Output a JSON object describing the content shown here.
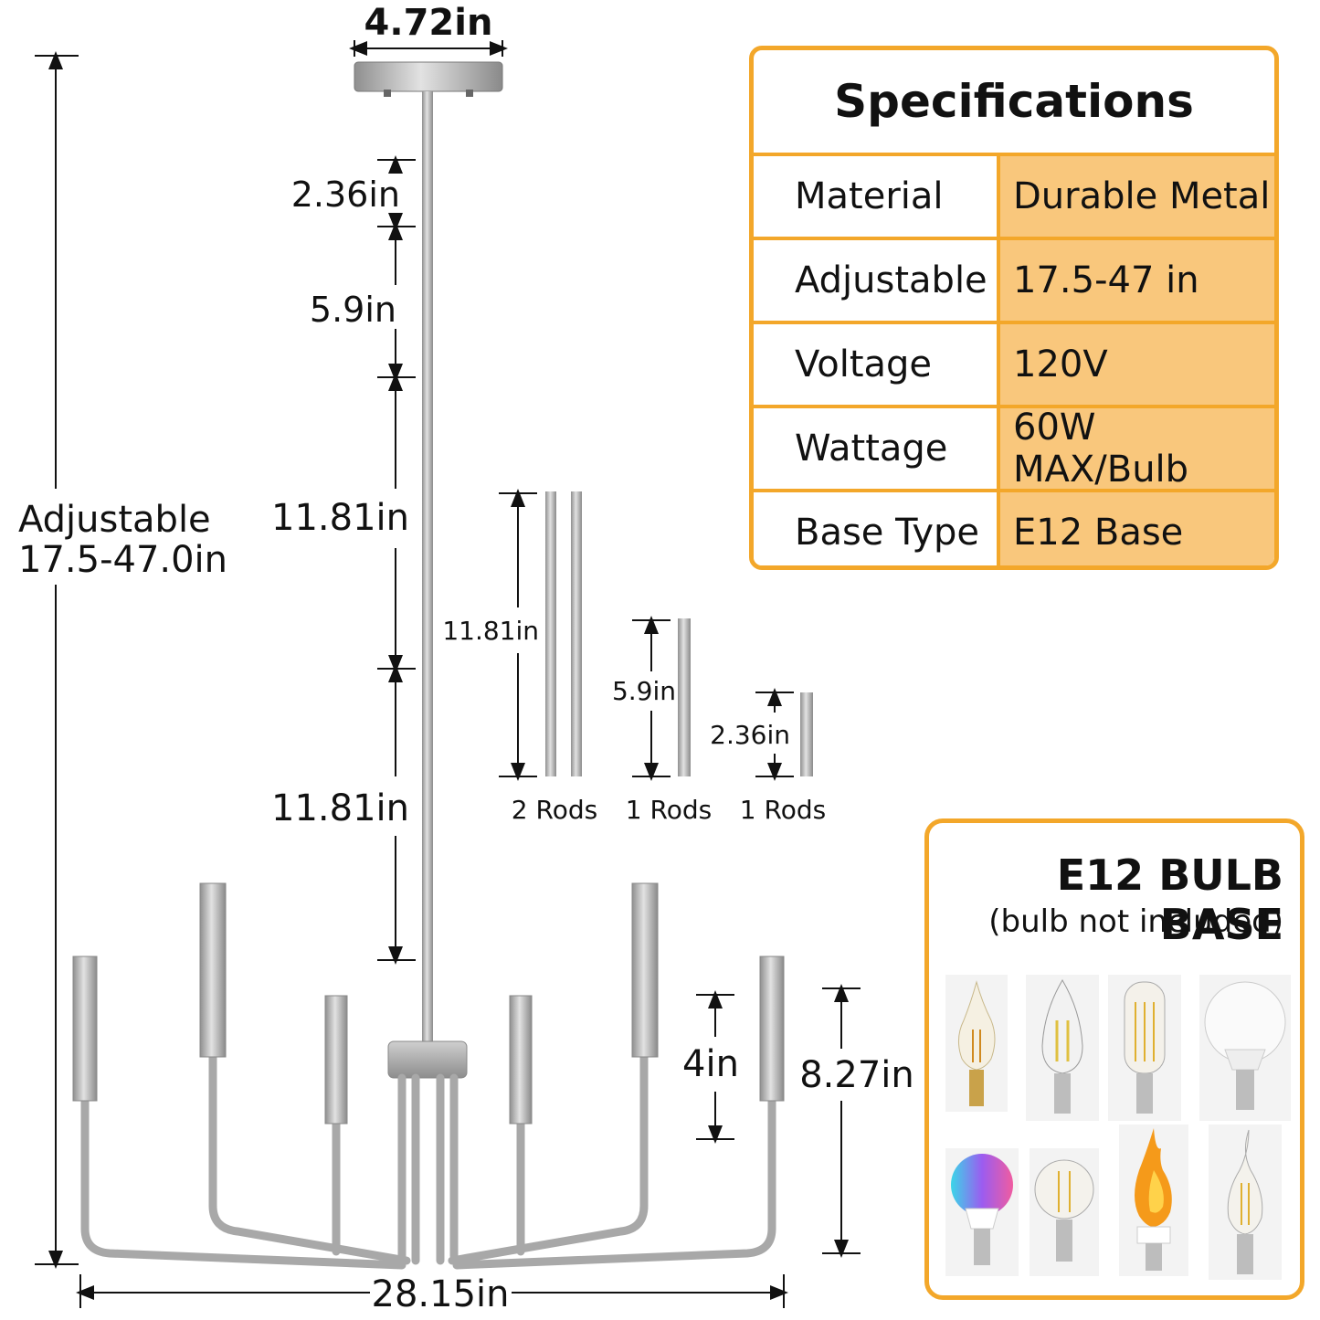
{
  "dimensions": {
    "canopy_width": "4.72in",
    "rod_a": "2.36in",
    "rod_b": "5.9in",
    "rod_c": "11.81in",
    "rod_d": "11.81in",
    "adjustable_label": "Adjustable",
    "adjustable_range": "17.5-47.0in",
    "arm_height": "4in",
    "body_height": "8.27in",
    "total_width": "28.15in"
  },
  "rods": [
    {
      "length": "11.81in",
      "count": "2 Rods"
    },
    {
      "length": "5.9in",
      "count": "1 Rods"
    },
    {
      "length": "2.36in",
      "count": "1 Rods"
    }
  ],
  "specifications": {
    "title": "Specifications",
    "rows": [
      {
        "key": "Material",
        "value": "Durable Metal"
      },
      {
        "key": "Adjustable",
        "value": "17.5-47 in"
      },
      {
        "key": "Voltage",
        "value": "120V"
      },
      {
        "key": "Wattage",
        "value": "60W MAX/Bulb"
      },
      {
        "key": "Base Type",
        "value": "E12 Base"
      }
    ]
  },
  "bulb_base": {
    "title": "E12 BULB BASE",
    "subtitle": "(bulb not included)",
    "bulbs": [
      "candle-flame-tip",
      "candle-clear",
      "tubular-filament",
      "globe-led",
      "rgb-globe",
      "g-globe-filament",
      "flame-effect",
      "candle-bent-tip"
    ]
  },
  "colors": {
    "accent": "#f3a72a",
    "value_fill": "#f9c77c",
    "metal": "#b9b9b9"
  }
}
